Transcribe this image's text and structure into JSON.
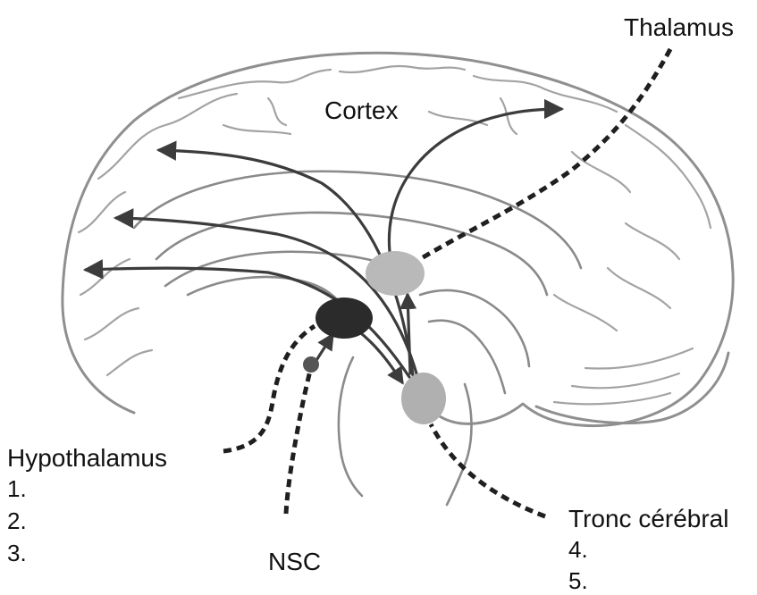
{
  "labels": {
    "thalamus": "Thalamus",
    "cortex": "Cortex",
    "hypothalamus": "Hypothalamus",
    "nsc": "NSC",
    "brainstem": "Tronc cérébral"
  },
  "hypothalamus_list": [
    "1.",
    "2.",
    "3."
  ],
  "brainstem_list": [
    "4.",
    "5."
  ],
  "colors": {
    "outline": "#8f8f8f",
    "arrow": "#3c3c3c",
    "hypothalamus_nucleus": "#2b2b2b",
    "thalamus_nucleus": "#b9b9b9",
    "brainstem_nucleus": "#b0b0b0",
    "dashed_path": "#1f1f1f"
  }
}
